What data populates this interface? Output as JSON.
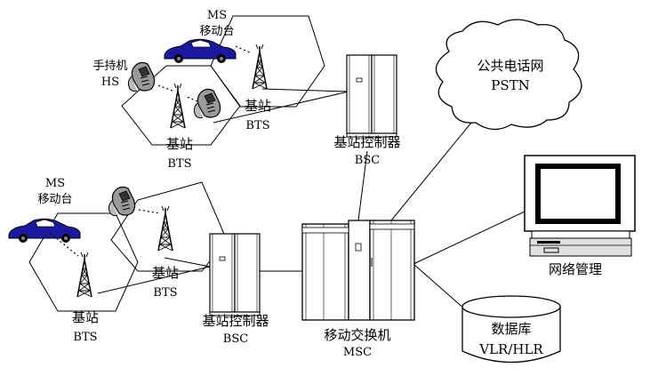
{
  "labels": {
    "ms_top_code": "MS",
    "ms_top_name": "移动台",
    "hs_name": "手持机",
    "hs_code": "HS",
    "bts1_name": "基站",
    "bts1_code": "BTS",
    "bts2_name": "基站",
    "bts2_code": "BTS",
    "bsc_top_name": "基站控制器",
    "bsc_top_code": "BSC",
    "pstn_name": "公共电话网",
    "pstn_code": "PSTN",
    "ms_left_code": "MS",
    "ms_left_name": "移动台",
    "bts3_name": "基站",
    "bts3_code": "BTS",
    "bts4_name": "基站",
    "bts4_code": "BTS",
    "bsc_bottom_name": "基站控制器",
    "bsc_bottom_code": "BSC",
    "msc_name": "移动交换机",
    "msc_code": "MSC",
    "nm_name": "网络管理",
    "db_name": "数据库",
    "db_code": "VLR/HLR"
  },
  "colors": {
    "car": "#1a1aa0",
    "line": "#000000",
    "fill_light": "#e0e0e0"
  }
}
